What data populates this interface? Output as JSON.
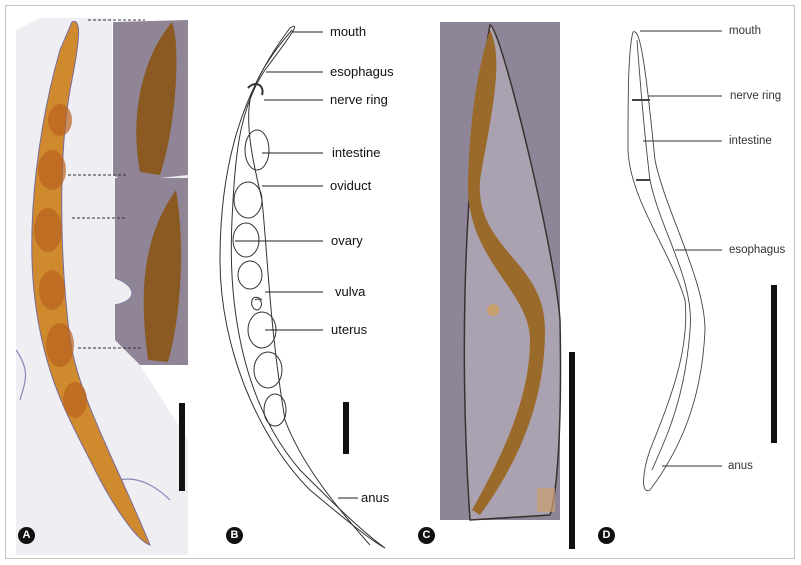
{
  "panels": {
    "A": {
      "badge": "A"
    },
    "B": {
      "badge": "B",
      "labels": [
        "mouth",
        "esophagus",
        "nerve ring",
        "intestine",
        "oviduct",
        "ovary",
        "vulva",
        "uterus",
        "anus"
      ]
    },
    "C": {
      "badge": "C"
    },
    "D": {
      "badge": "D",
      "labels": [
        "mouth",
        "nerve ring",
        "intestine",
        "esophagus",
        "anus"
      ]
    }
  },
  "colors": {
    "worm": "#c9822a",
    "slide": "#8e8598",
    "frame": "#b9c9bd"
  }
}
